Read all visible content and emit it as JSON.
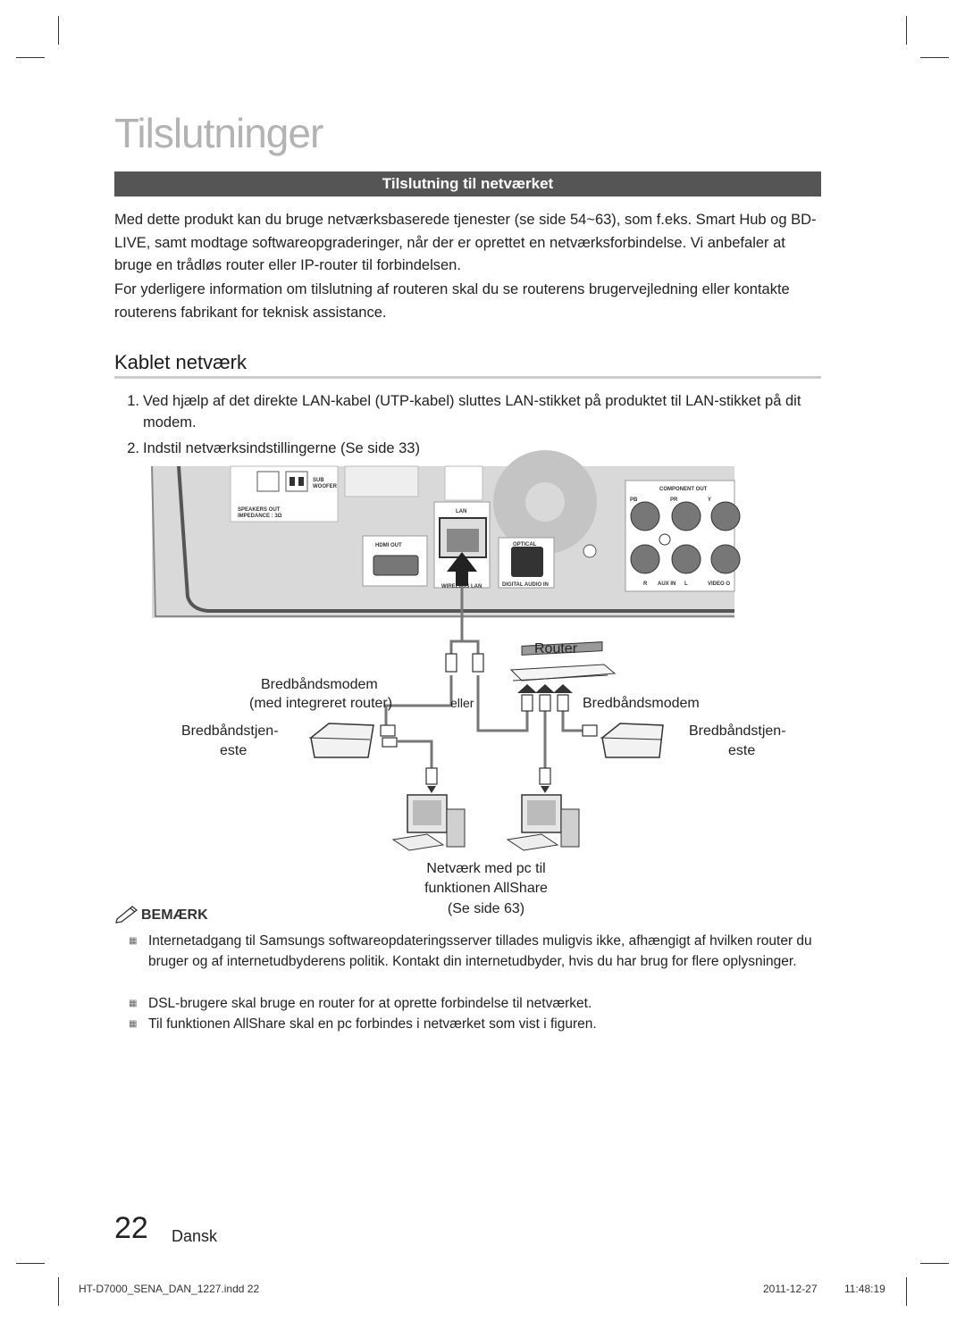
{
  "page": {
    "title": "Tilslutninger",
    "section_title": "Tilslutning til netværket",
    "intro_paragraphs": [
      "Med dette produkt kan du bruge netværksbaserede tjenester (se side 54~63), som f.eks. Smart Hub og BD-LIVE, samt modtage softwareopgraderinger, når der er oprettet en netværksforbindelse. Vi anbefaler at bruge en trådløs router eller IP-router til forbindelsen.",
      "For yderligere information om tilslutning af routeren skal du se routerens brugervejledning eller kontakte routerens fabrikant for teknisk assistance."
    ],
    "subsection_title": "Kablet netværk",
    "steps": [
      {
        "num": "1.",
        "text": "Ved hjælp af det direkte LAN-kabel (UTP-kabel) sluttes LAN-stikket på produktet til LAN-stikket på dit modem."
      },
      {
        "num": "2.",
        "text": "Indstil netværksindstillingerne (Se side 33)"
      }
    ]
  },
  "diagram": {
    "panel_labels": {
      "sub_woofer_1": "SUB",
      "sub_woofer_2": "WOOFER",
      "speakers_out": "SPEAKERS OUT",
      "impedance": "IMPEDANCE : 3Ω",
      "lan": "LAN",
      "hdmi_out": "HDMI OUT",
      "optical": "OPTICAL",
      "wireless_lan": "WIRELESS LAN",
      "digital_audio_in": "DIGITAL AUDIO IN",
      "component_out": "COMPONENT OUT",
      "pb": "PB",
      "pr": "PR",
      "y": "Y",
      "r": "R",
      "aux_in": "AUX IN",
      "l": "L",
      "video_out": "VIDEO O"
    },
    "router_label": "Router",
    "modem_router_label_1": "Bredbåndsmodem",
    "modem_router_label_2": "(med integreret router)",
    "or_label": "eller",
    "modem_label": "Bredbåndsmodem",
    "broadband_left_1": "Bredbåndstjen-",
    "broadband_left_2": "este",
    "broadband_right_1": "Bredbåndstjen-",
    "broadband_right_2": "este",
    "pc_caption_1": "Netværk med pc til",
    "pc_caption_2": "funktionen AllShare",
    "pc_caption_3": "(Se side 63)"
  },
  "note": {
    "label": "BEMÆRK",
    "bullet": "▦",
    "items": [
      "Internetadgang til Samsungs softwareopdateringsserver tillades muligvis ikke, afhængigt af hvilken router du bruger og af internetudbyderens politik. Kontakt din internetudbyder, hvis du har brug for flere oplysninger.",
      "DSL-brugere skal bruge en router for at oprette forbindelse til netværket.",
      "Til funktionen AllShare skal en pc forbindes i netværket som vist i figuren."
    ]
  },
  "footer": {
    "page_number": "22",
    "language": "Dansk",
    "file": "HT-D7000_SENA_DAN_1227.indd   22",
    "date": "2011-12-27",
    "time": "11:48:19"
  },
  "colors": {
    "title_gray": "#b3b3b3",
    "section_bar": "#555555",
    "panel_gray": "#d4d4d4"
  }
}
